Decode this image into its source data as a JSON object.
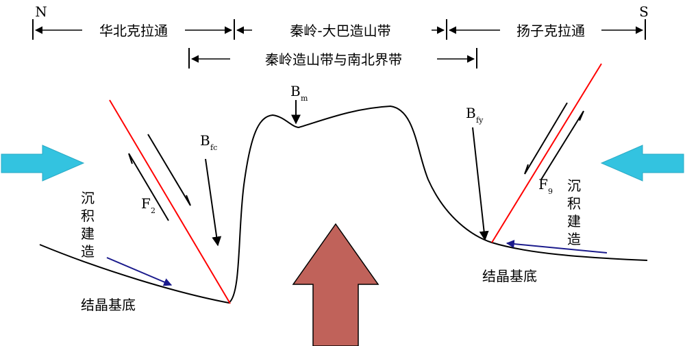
{
  "directions": {
    "north": "N",
    "south": "S"
  },
  "zones": {
    "north_basin": "华北克拉通",
    "orogen": "秦岭-大巴造山带",
    "south_basin": "扬子克拉通",
    "boundary_belt": "秦岭造山带与南北界带"
  },
  "points": {
    "bm": {
      "main": "B",
      "sub": "m"
    },
    "bfc": {
      "main": "B",
      "sub": "fc"
    },
    "bfy": {
      "main": "B",
      "sub": "fy"
    }
  },
  "faults": {
    "f2": {
      "main": "F",
      "sub": "2"
    },
    "f9": {
      "main": "F",
      "sub": "9"
    }
  },
  "labels": {
    "sediment_left": [
      "沉",
      "积",
      "建",
      "造"
    ],
    "sediment_right": [
      "沉",
      "积",
      "建",
      "造"
    ],
    "basement_left": "结晶基底",
    "basement_right": "结晶基底"
  },
  "colors": {
    "fault_red": "#ff0000",
    "compression_arrow": "#33c3e0",
    "uplift_arrow": "#c0625a",
    "deposition_arrow": "#1a1a8c",
    "line": "#000000"
  }
}
